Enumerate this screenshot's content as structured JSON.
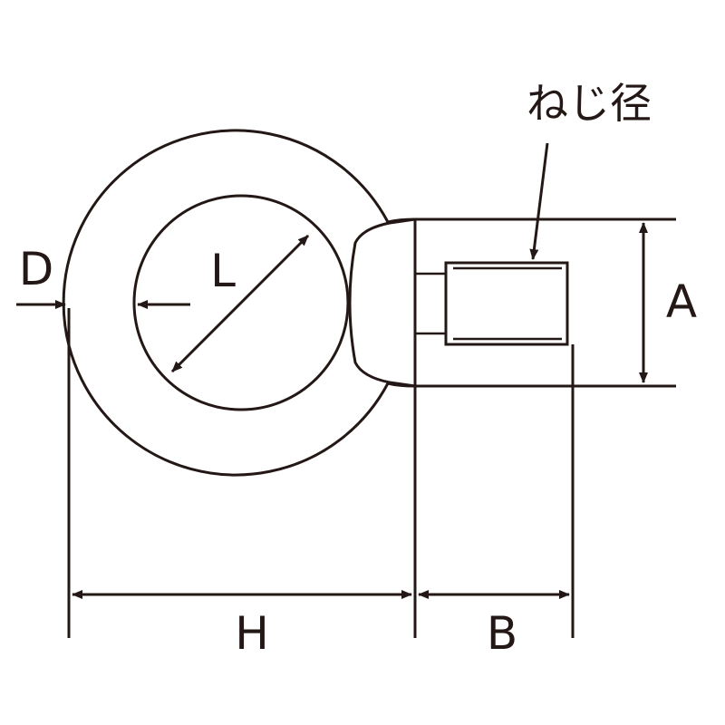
{
  "labels": {
    "thread": "ねじ径",
    "A": "A",
    "B": "B",
    "D": "D",
    "H": "H",
    "L": "L"
  },
  "colors": {
    "line": "#231815",
    "background": "#ffffff"
  }
}
